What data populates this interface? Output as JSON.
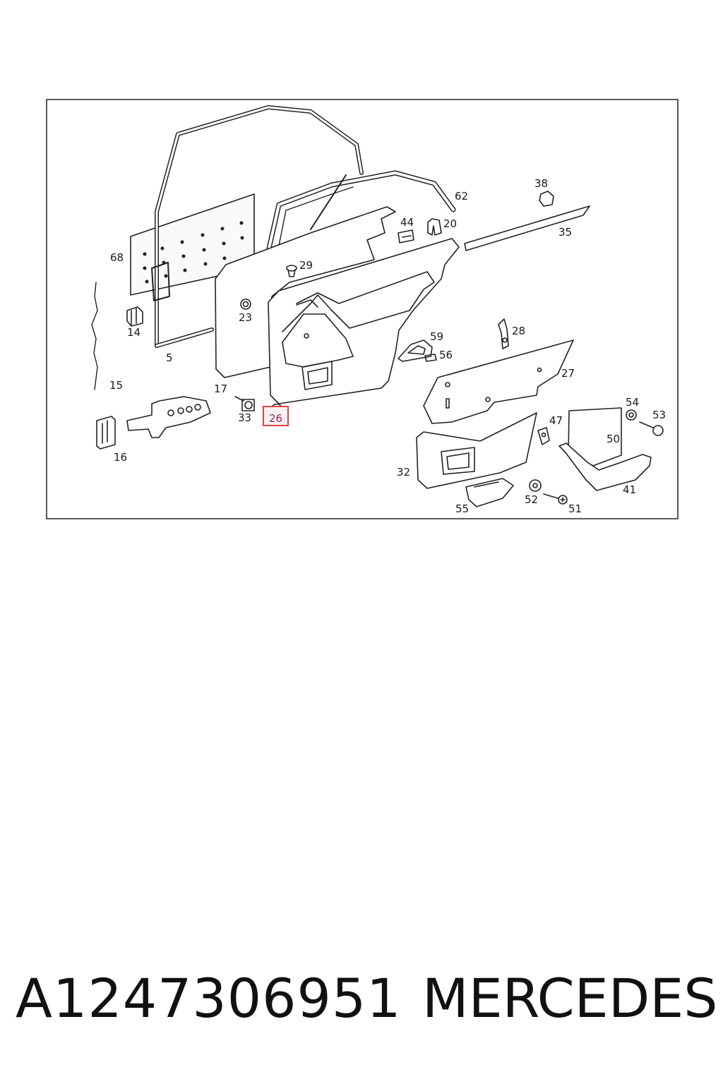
{
  "diagram": {
    "labels": {
      "p5": "5",
      "p14": "14",
      "p15": "15",
      "p16": "16",
      "p17": "17",
      "p20": "20",
      "p23": "23",
      "p26": "26",
      "p27": "27",
      "p28": "28",
      "p29": "29",
      "p32": "32",
      "p33": "33",
      "p35": "35",
      "p38": "38",
      "p41": "41",
      "p44": "44",
      "p47": "47",
      "p50": "50",
      "p51": "51",
      "p52": "52",
      "p53": "53",
      "p54": "54",
      "p55": "55",
      "p56": "56",
      "p59": "59",
      "p62": "62",
      "p68": "68"
    },
    "highlighted_part": "26",
    "highlight_color": "#e03030"
  },
  "footer": {
    "part_number": "A1247306951",
    "brand": "MERCEDES"
  }
}
